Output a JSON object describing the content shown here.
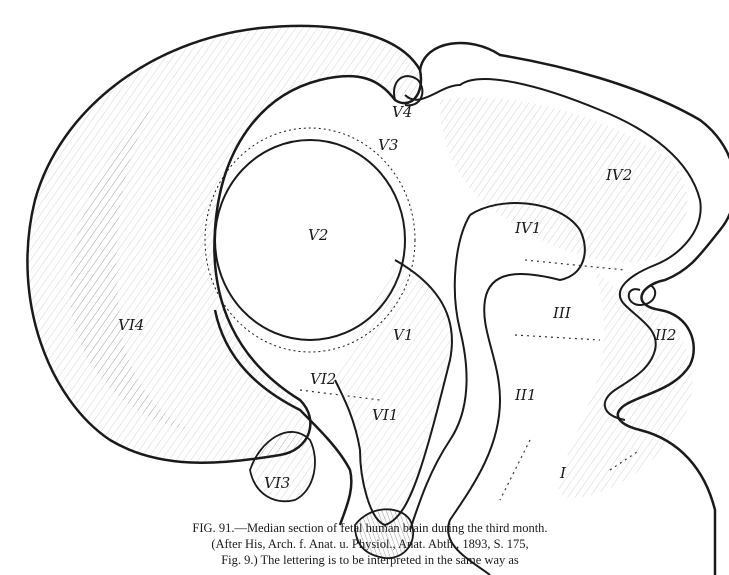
{
  "labels": {
    "v4_top": "V4",
    "v3": "V3",
    "iv2": "IV2",
    "v2": "V2",
    "iv1": "IV1",
    "iii": "III",
    "ii2": "II2",
    "v1": "V1",
    "vi4": "VI4",
    "vi2": "VI2",
    "vi1": "VI1",
    "ii1": "II1",
    "i": "I",
    "vi3": "VI3"
  },
  "caption": {
    "line1": "FIG. 91.—Median section of fetal human brain during the third month.",
    "line2": "(After His, Arch. f. Anat. u. Physiol., Anat. Abth., 1893, S. 175,",
    "line3": "Fig. 9.) The lettering is to be interpreted in the same way as"
  }
}
